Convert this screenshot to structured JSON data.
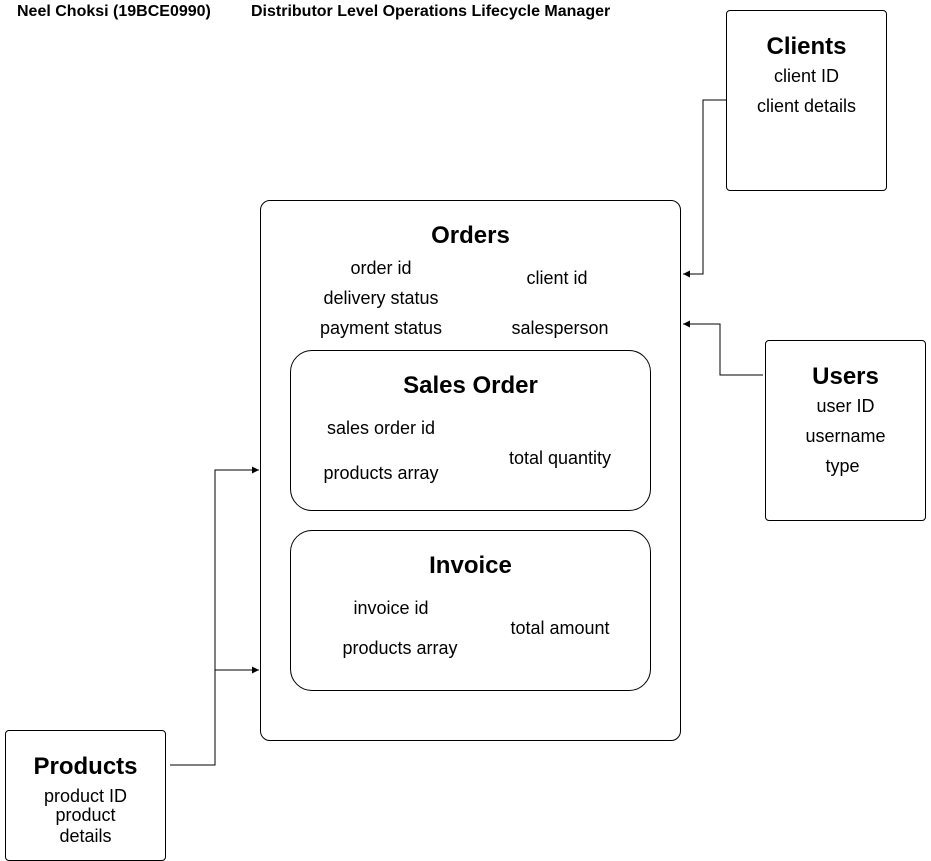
{
  "header": {
    "author": "Neel Choksi (19BCE0990)",
    "title": "Distributor Level Operations Lifecycle Manager"
  },
  "entities": {
    "clients": {
      "title": "Clients",
      "fields": [
        "client ID",
        "client details"
      ]
    },
    "orders": {
      "title": "Orders",
      "fields_left": [
        "order id",
        "delivery status",
        "payment status"
      ],
      "fields_right": [
        "client id",
        "salesperson"
      ]
    },
    "sales_order": {
      "title": "Sales Order",
      "fields_left": [
        "sales order id",
        "products array"
      ],
      "fields_right": [
        "total quantity"
      ]
    },
    "invoice": {
      "title": "Invoice",
      "fields_left": [
        "invoice id",
        "products array"
      ],
      "fields_right": [
        "total amount"
      ]
    },
    "users": {
      "title": "Users",
      "fields": [
        "user ID",
        "username",
        "type"
      ]
    },
    "products": {
      "title": "Products",
      "fields": [
        "product ID",
        "product",
        "details"
      ]
    }
  },
  "connectors": [
    {
      "from": "Clients",
      "to": "Orders"
    },
    {
      "from": "Users",
      "to": "Orders"
    },
    {
      "from": "Products",
      "to": "Sales Order"
    },
    {
      "from": "Products",
      "to": "Invoice"
    }
  ]
}
